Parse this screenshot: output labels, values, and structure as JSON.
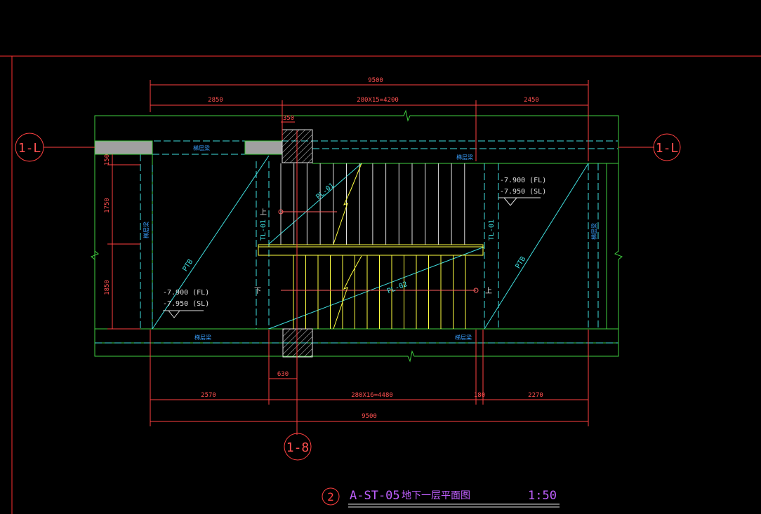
{
  "drawing": {
    "axes": {
      "left": "1-L",
      "right": "1-L",
      "bottom": "1-8"
    },
    "dims_top": {
      "overall": "9500",
      "seg1": "2850",
      "seg2": "280X15=4200",
      "seg3": "2450",
      "small": "350"
    },
    "dims_bottom": {
      "overall": "9500",
      "seg1": "2570",
      "seg2": "280X16=4480",
      "seg3": "180",
      "seg4": "2270",
      "small": "630"
    },
    "dims_left": {
      "top": "150",
      "mid": "1750",
      "low": "1850"
    },
    "levels_left": {
      "fl": "-7.900  (FL)",
      "sl": "-7.950  (SL)"
    },
    "levels_right": {
      "fl": "-7.900  (FL)",
      "sl": "-7.950  (SL)"
    },
    "beam_labels": {
      "top_mid": "梯层梁",
      "top_right": "梯层梁",
      "bottom_left": "梯层梁",
      "bottom_right": "梯层梁",
      "left_vert": "梯层梁",
      "right_vert": "梯层梁"
    },
    "members": {
      "pl1": "PL-01",
      "pl2": "PL-02",
      "tl_left": "TL-01",
      "tl_right": "TL-01",
      "ptb_left": "PTB",
      "ptb_right": "PTB"
    },
    "arrows": {
      "up_left": "上",
      "down_left": "下",
      "up_right": "上"
    },
    "title": {
      "number": "2",
      "code": "A-ST-05",
      "name": "地下一层平面图",
      "scale": "1:50"
    }
  },
  "colors": {
    "red": "#ff4040",
    "green": "#40d040",
    "cyan": "#40e0e0",
    "yellow": "#ffff40",
    "blue": "#3aa0ff",
    "white": "#e0e0e0",
    "magenta": "#c060ff"
  }
}
